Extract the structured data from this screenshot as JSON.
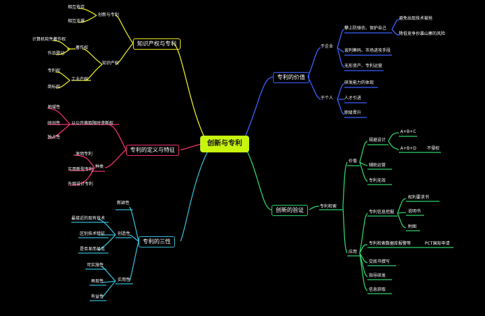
{
  "root": "创新与专利",
  "branches": {
    "ip": {
      "title": "知识产权与专利",
      "innovation": "创新与专利",
      "mutual_rely": "相互依存",
      "mutual_support": "相互支撑",
      "ip_label": "知识产权",
      "copyright": "著作权",
      "software_copyright": "计算机软件著作权",
      "works_registration": "作品登记",
      "industrial": "工业产权",
      "patent_right": "专利权",
      "trademark": "商标权"
    },
    "value": {
      "title": "专利的价值",
      "enterprise": "于企业",
      "defend": "攀上防弹衣、保护自己",
      "avoid_leak": "避免出现技术被抢",
      "avoid_copy": "降低竞争抄袭山寨的风险",
      "bargain": "谈判筹码、市场进攻手段",
      "intangible": "无形资产、专利运营",
      "individual": "于个人",
      "rd_ability": "研发能力的体现",
      "talent": "人才引进",
      "promotion": "职级晋升"
    },
    "definition": {
      "title": "专利的定义与特征",
      "exchange": "以公开换取限时垄断权",
      "territorial": "地域性",
      "temporal": "时间性",
      "exclusive": "独占性",
      "types": "种类",
      "invention": "发明专利",
      "utility": "实用新型专利",
      "design": "外观设计专利"
    },
    "verification": {
      "title": "创新的验证",
      "check": "专利检索",
      "value_label": "价值",
      "avoid_design": "规避设计",
      "abc": "A+B+C",
      "abd": "A+B+D",
      "no_infringe": "不侵权",
      "aid_ops": "辅助运营",
      "invalidation": "专利无效",
      "apply_label": "应用",
      "info_mining": "专利信息挖掘",
      "claims": "权利要求书",
      "description": "说明书",
      "drawings": "附图",
      "analysis_report": "专利检索数据库报警等",
      "pct": "PCT国际申请",
      "disclosure": "交底书撰写",
      "guide_rd": "指导研发",
      "info_acquire": "信息获取"
    },
    "three": {
      "title": "专利的三性",
      "novelty": "新颖性",
      "creativity": "创造性",
      "closest_art": "最接近的现有技术",
      "distinguish": "区别技术特征",
      "obvious": "是否显而易见",
      "practicality": "实用性",
      "implementable": "可实施性",
      "reproducible": "再现性",
      "beneficial": "有益性"
    }
  },
  "colors": {
    "root_fill": "#c8f50f",
    "yellow": "#e7e724",
    "blue": "#3b61ff",
    "red": "#f0306e",
    "green": "#2fd06a",
    "cyan": "#34b6d0",
    "background": "#000000"
  }
}
